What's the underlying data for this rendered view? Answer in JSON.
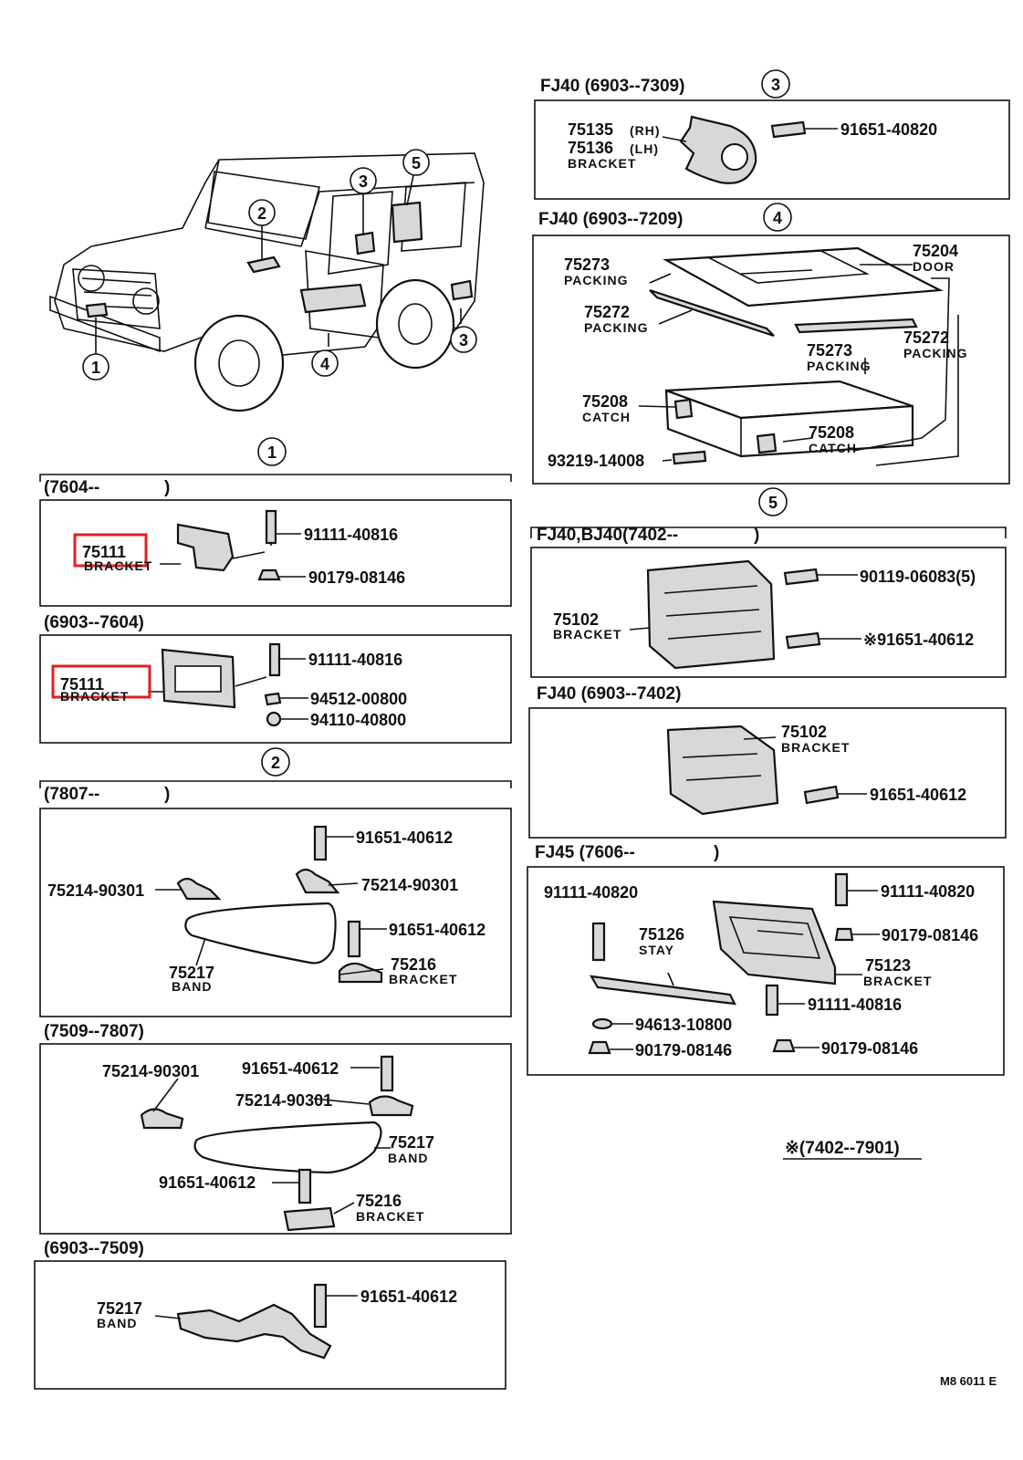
{
  "diagram_code": "M8 6011 E",
  "footnote": "※(7402--7901)",
  "highlight_color": "#e02020",
  "vehicle": {
    "callouts": [
      "1",
      "2",
      "3",
      "4",
      "5",
      "3"
    ]
  },
  "section_markers": {
    "s1": "1",
    "s2": "2",
    "s3": "3",
    "s4": "4",
    "s5": "5"
  },
  "left": {
    "g7604": {
      "heading": "(7604--",
      "bracket_num": "75111",
      "bracket_label": "BRACKET",
      "bolt": "91111-40816",
      "nut": "90179-08146"
    },
    "g6903_7604": {
      "heading": "(6903--7604)",
      "bracket_num": "75111",
      "bracket_label": "BRACKET",
      "bolt": "91111-40816",
      "washer": "94512-00800",
      "nut": "94110-40800"
    },
    "g7807": {
      "heading": "(7807--",
      "bolt": "91651-40612",
      "clamp_right": "75214-90301",
      "clamp_left": "75214-90301",
      "bolt2": "91651-40612",
      "band_num": "75217",
      "band_label": "BAND",
      "bracket_num": "75216",
      "bracket_label": "BRACKET"
    },
    "g7509_7807": {
      "heading": "(7509--7807)",
      "clamp_left": "75214-90301",
      "bolt": "91651-40612",
      "clamp_right": "75214-90301",
      "band_num": "75217",
      "band_label": "BAND",
      "bolt2": "91651-40612",
      "bracket_num": "75216",
      "bracket_label": "BRACKET"
    },
    "g6903_7509": {
      "heading": "(6903--7509)",
      "band_num": "75217",
      "band_label": "BAND",
      "bolt": "91651-40612"
    }
  },
  "right": {
    "fj40_7309": {
      "heading": "FJ40  (6903--7309)",
      "rh_num": "75135",
      "rh_tag": "(RH)",
      "lh_num": "75136",
      "lh_tag": "(LH)",
      "bracket_label": "BRACKET",
      "bolt": "91651-40820"
    },
    "fj40_7209": {
      "heading": "FJ40  (6903--7209)",
      "p1_num": "75273",
      "p1_label": "PACKING",
      "door_num": "75204",
      "door_label": "DOOR",
      "p2_num": "75272",
      "p2_label": "PACKING",
      "p3_num": "75272",
      "p3_label": "PACKING",
      "p4_num": "75273",
      "p4_label": "PACKING",
      "c1_num": "75208",
      "c1_label": "CATCH",
      "c2_num": "75208",
      "c2_label": "CATCH",
      "screw": "93219-14008"
    },
    "fj40bj40_7402": {
      "heading": "FJ40,BJ40(7402--",
      "bolt1": "90119-06083(5)",
      "bracket_num": "75102",
      "bracket_label": "BRACKET",
      "bolt2": "※91651-40612"
    },
    "fj40_7402": {
      "heading": "FJ40  (6903--7402)",
      "bracket_num": "75102",
      "bracket_label": "BRACKET",
      "bolt": "91651-40612"
    },
    "fj45_7606": {
      "heading": "FJ45  (7606--",
      "bolt_left": "91111-40820",
      "bolt_right": "91111-40820",
      "stay_num": "75126",
      "stay_label": "STAY",
      "nut_right": "90179-08146",
      "bracket_num": "75123",
      "bracket_label": "BRACKET",
      "bolt_mid": "91111-40816",
      "washer": "94613-10800",
      "nut_left": "90179-08146",
      "nut_bottom": "90179-08146"
    }
  }
}
